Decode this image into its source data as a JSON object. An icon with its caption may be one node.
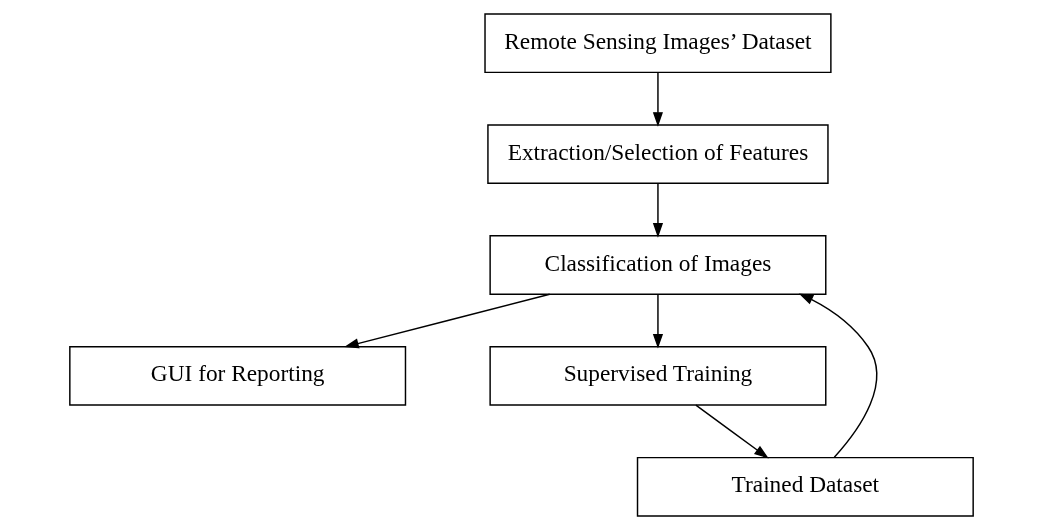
{
  "diagram": {
    "nodes": [
      {
        "text": [
          "Remote Sensing Images’ Dataset"
        ]
      },
      {
        "text": [
          "Extraction/Selection of Features"
        ]
      },
      {
        "text": [
          "Classification of Images"
        ]
      },
      {
        "text": [
          "GUI for Reporting"
        ]
      },
      {
        "text": [
          "Trained Dataset"
        ]
      },
      {
        "text": [
          "Supervised Training"
        ]
      }
    ],
    "edges": [
      {
        "from": 0,
        "to": 1,
        "arrow": "to"
      },
      {
        "from": 1,
        "to": 2,
        "arrow": "to"
      },
      {
        "from": 2,
        "to": 3,
        "arrow": "to"
      },
      {
        "from": 2,
        "to": 5,
        "arrow": "to"
      },
      {
        "from": 5,
        "to": 4,
        "arrow": "to"
      },
      {
        "from": 4,
        "to": 2,
        "arrow": "to"
      }
    ]
  }
}
